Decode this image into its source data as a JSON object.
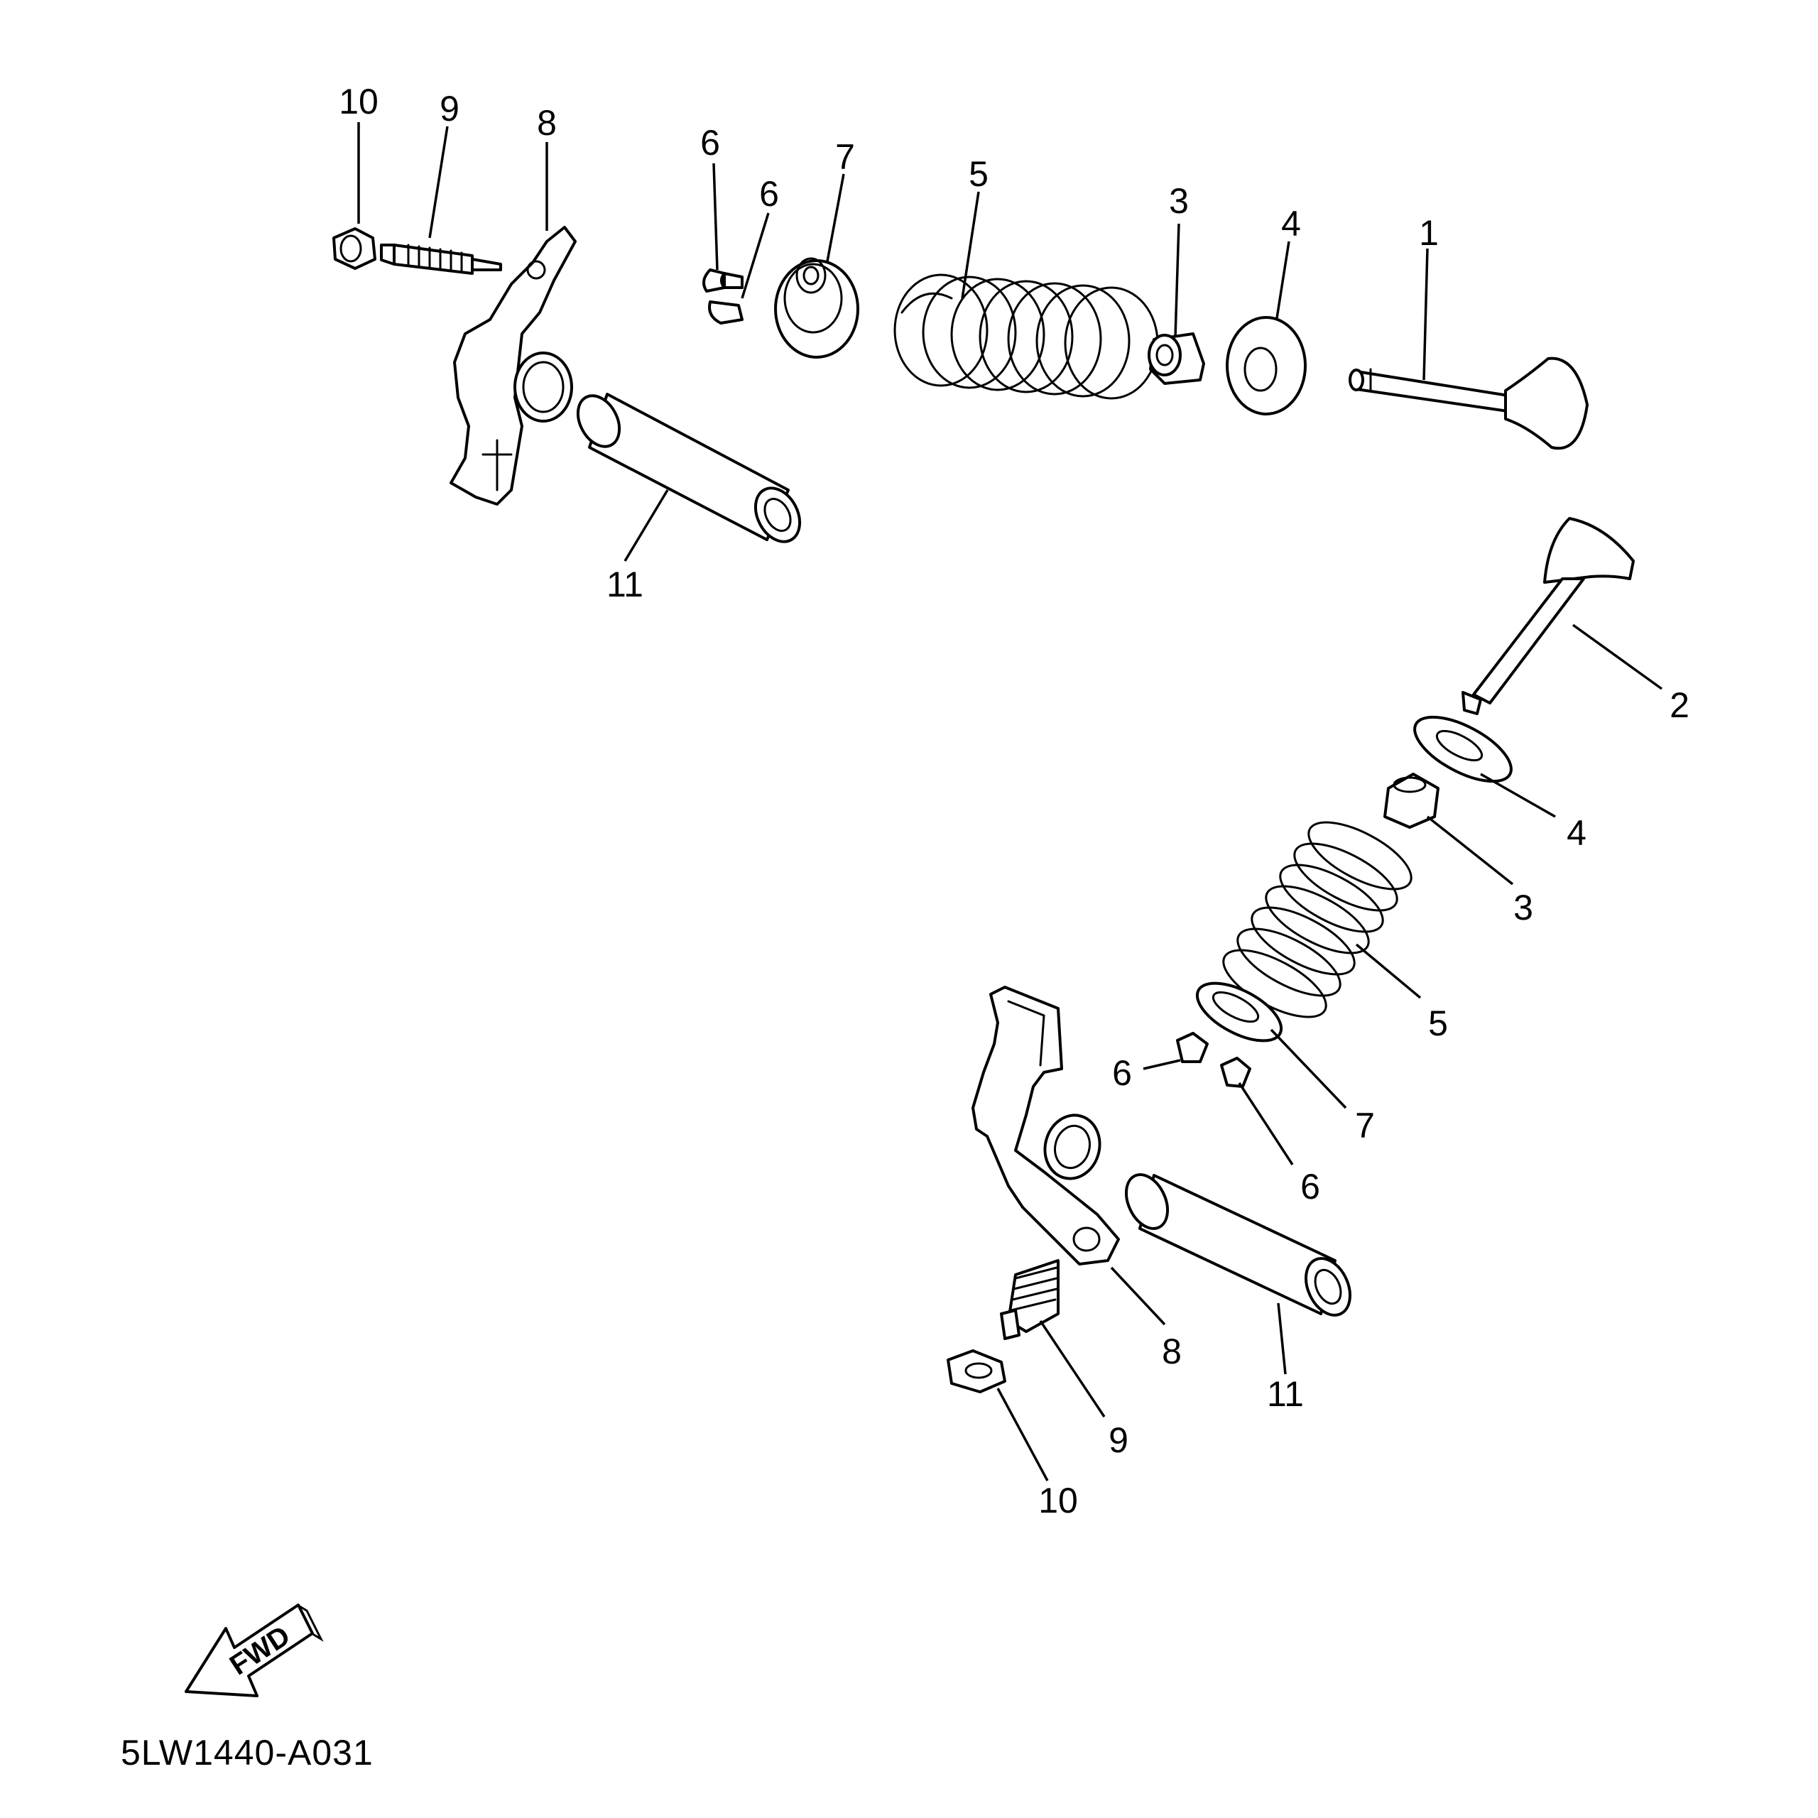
{
  "diagram_code": "5LW1440-A031",
  "fwd_label": "FWD",
  "callouts": {
    "top": {
      "n1": "1",
      "n3": "3",
      "n4": "4",
      "n5": "5",
      "n6a": "6",
      "n6b": "6",
      "n7": "7",
      "n8": "8",
      "n9": "9",
      "n10": "10",
      "n11": "11"
    },
    "bottom": {
      "n2": "2",
      "n3": "3",
      "n4": "4",
      "n5": "5",
      "n6a": "6",
      "n6b": "6",
      "n7": "7",
      "n8": "8",
      "n9": "9",
      "n10": "10",
      "n11": "11"
    }
  }
}
